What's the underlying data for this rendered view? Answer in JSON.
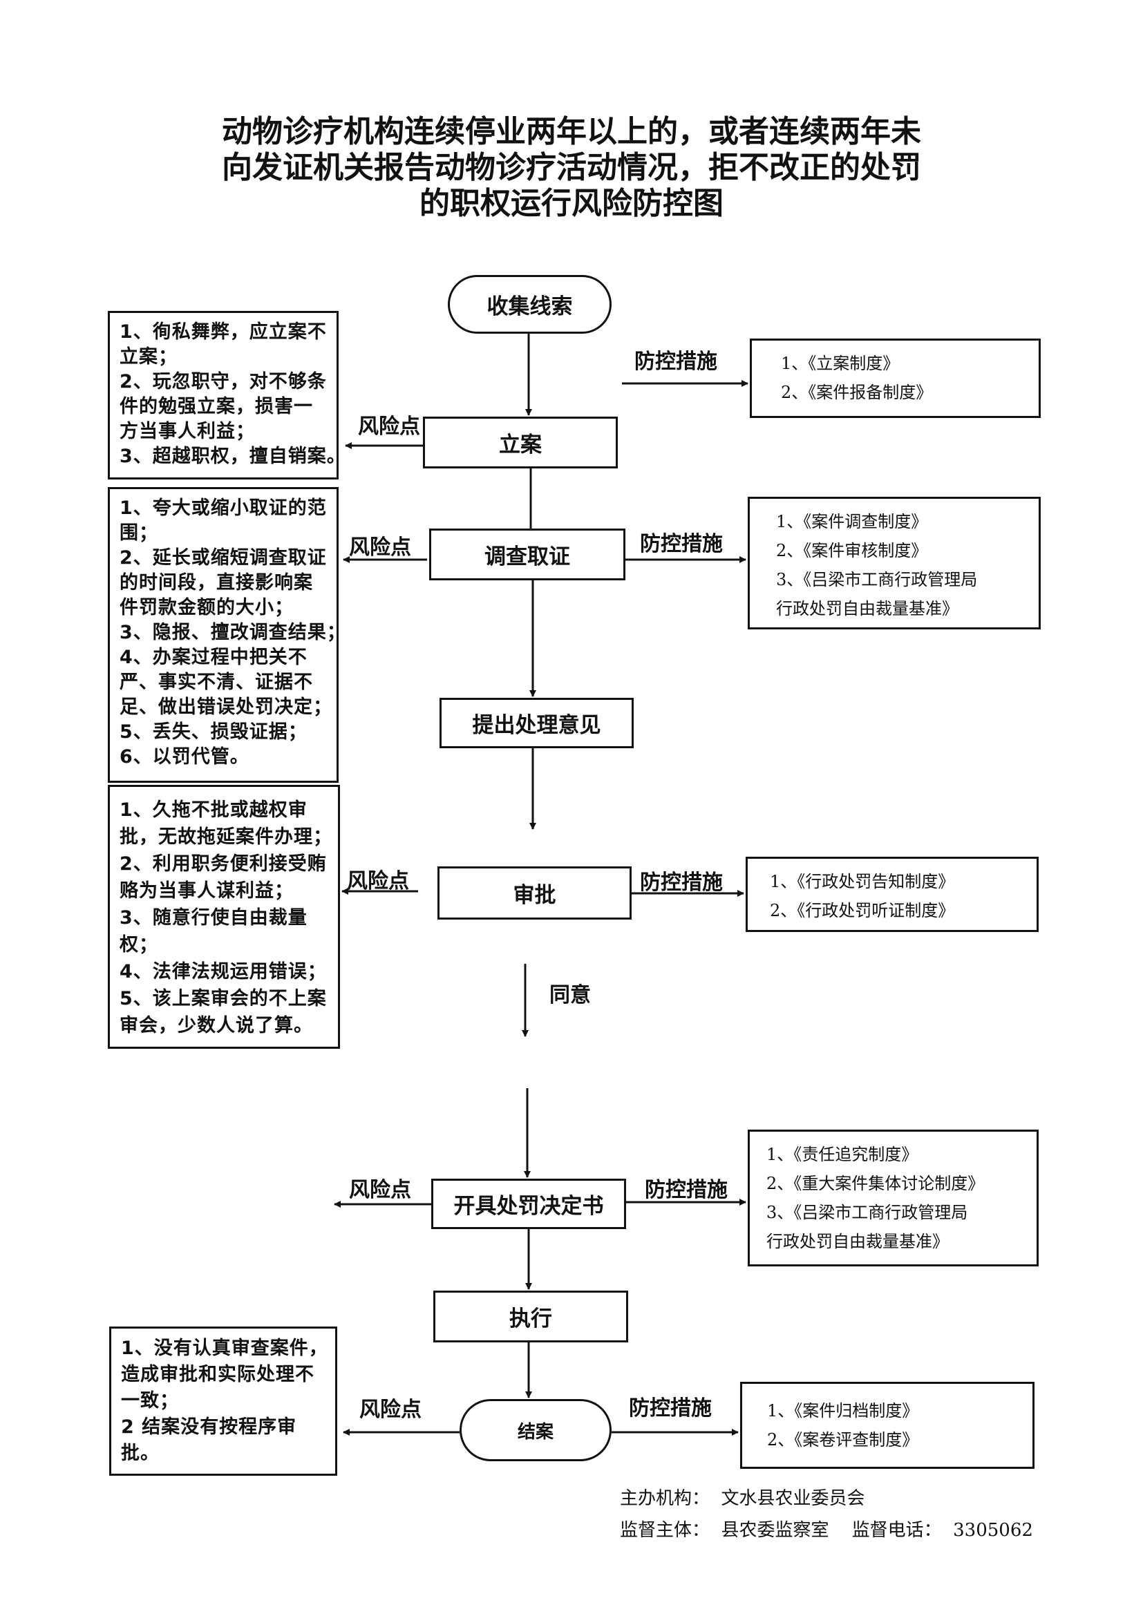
{
  "title": [
    "动物诊疗机构连续停业两年以上的，或者连续两年未",
    "向发证机关报告动物诊疗活动情况，拒不改正的处罚",
    "的职权运行风险防控图"
  ],
  "nodes": {
    "collect": "收集线索",
    "file": "立案",
    "investigate": "调查取证",
    "propose": "提出处理意见",
    "approve": "审批",
    "agree": "同意",
    "decision": "开具处罚决定书",
    "execute": "执行",
    "close": "结案"
  },
  "risk_label": "风险点",
  "control_label": "防控措施",
  "risks": {
    "file": [
      "1、徇私舞弊，应立案不",
      "立案；",
      "2、玩忽职守，对不够条",
      "件的勉强立案，损害一",
      "方当事人利益；",
      "3、超越职权，擅自销案。"
    ],
    "investigate": [
      "1、夸大或缩小取证的范",
      "围；",
      "2、延长或缩短调查取证",
      "的时间段，直接影响案",
      "件罚款金额的大小；",
      "3、隐报、擅改调查结果；",
      "4、办案过程中把关不",
      "严、事实不清、证据不",
      "足、做出错误处罚决定；",
      "5、丢失、损毁证据；",
      "6、以罚代管。"
    ],
    "approve": [
      "1、久拖不批或越权审",
      "批，无故拖延案件办理；",
      "2、利用职务便利接受贿",
      "赂为当事人谋利益；",
      "3、随意行使自由裁量",
      "权；",
      "4、法律法规运用错误；",
      "5、该上案审会的不上案",
      "审会，少数人说了算。"
    ],
    "close": [
      "1、没有认真审查案件，",
      "造成审批和实际处理不",
      "一致；",
      "2  结案没有按程序审",
      "批。"
    ]
  },
  "controls": {
    "file": [
      "1、《立案制度》",
      "2、《案件报备制度》"
    ],
    "investigate": [
      "1、《案件调查制度》",
      "2、《案件审核制度》",
      "3、《吕梁市工商行政管理局",
      "行政处罚自由裁量基准》"
    ],
    "approve": [
      "1、《行政处罚告知制度》",
      "2、《行政处罚听证制度》"
    ],
    "decision": [
      "1、《责任追究制度》",
      "2、《重大案件集体讨论制度》",
      "3、《吕梁市工商行政管理局",
      "行政处罚自由裁量基准》"
    ],
    "close": [
      "1、《案件归档制度》",
      "2、《案卷评查制度》"
    ]
  },
  "footer": {
    "organizer": "主办机构：  文水县农业委员会",
    "supervisor": "监督主体：  县农委监察室    监督电话：  3305062"
  }
}
